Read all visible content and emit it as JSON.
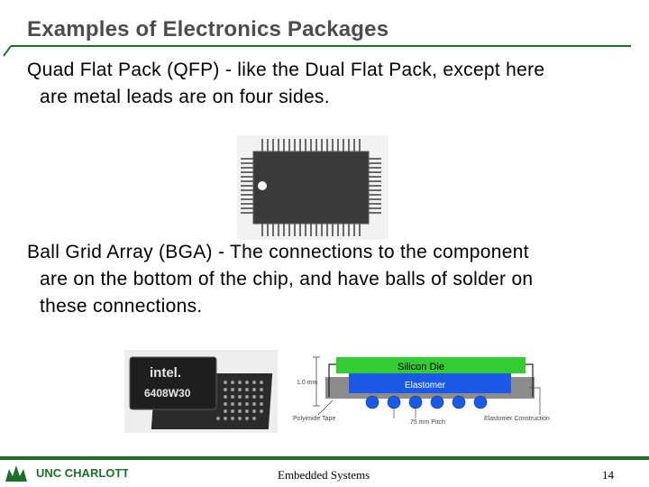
{
  "slide": {
    "title": "Examples of Electronics Packages",
    "para1": {
      "line1": "Quad Flat Pack (QFP) - like the Dual Flat Pack, except here",
      "line2": "are metal leads are on four sides."
    },
    "para2": {
      "line1": "Ball Grid Array (BGA) - The connections to the component",
      "line2": "are on the bottom of the chip, and have balls of solder on",
      "line3": "these connections."
    }
  },
  "bga_chip": {
    "brand": "intel.",
    "part": "6408W30"
  },
  "cross_section": {
    "silicon_die": "Silicon Die",
    "elastomer": "Elastomer",
    "height": "1.0 mm",
    "polyimide": "Polyimide Tape",
    "pitch": ".75 mm Pitch",
    "construction": "Elastomer Construction"
  },
  "footer": {
    "logo_text": "UNC CHARLOTTE",
    "center": "Embedded Systems",
    "page": "14"
  },
  "colors": {
    "title": "#4d4d4d",
    "green": "#1f6f2c",
    "die_green": "#33cc33",
    "balls": "#1a5ae6"
  }
}
